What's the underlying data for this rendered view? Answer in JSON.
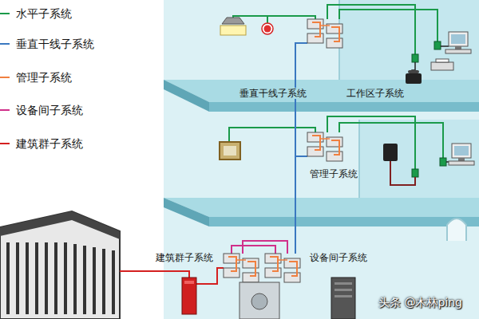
{
  "diagram": {
    "labels": [
      "垂直干线子系统",
      "工作区子系统",
      "管理子系统",
      "建筑群子系统",
      "设备间子系统",
      "头条 @木林ping"
    ],
    "legend": [
      {
        "text": "水平子系统"
      },
      {
        "text": "垂直干线子系统"
      },
      {
        "text": "管理子系统"
      },
      {
        "text": "设备间子系统"
      },
      {
        "text": "建筑群子系统"
      }
    ]
  }
}
